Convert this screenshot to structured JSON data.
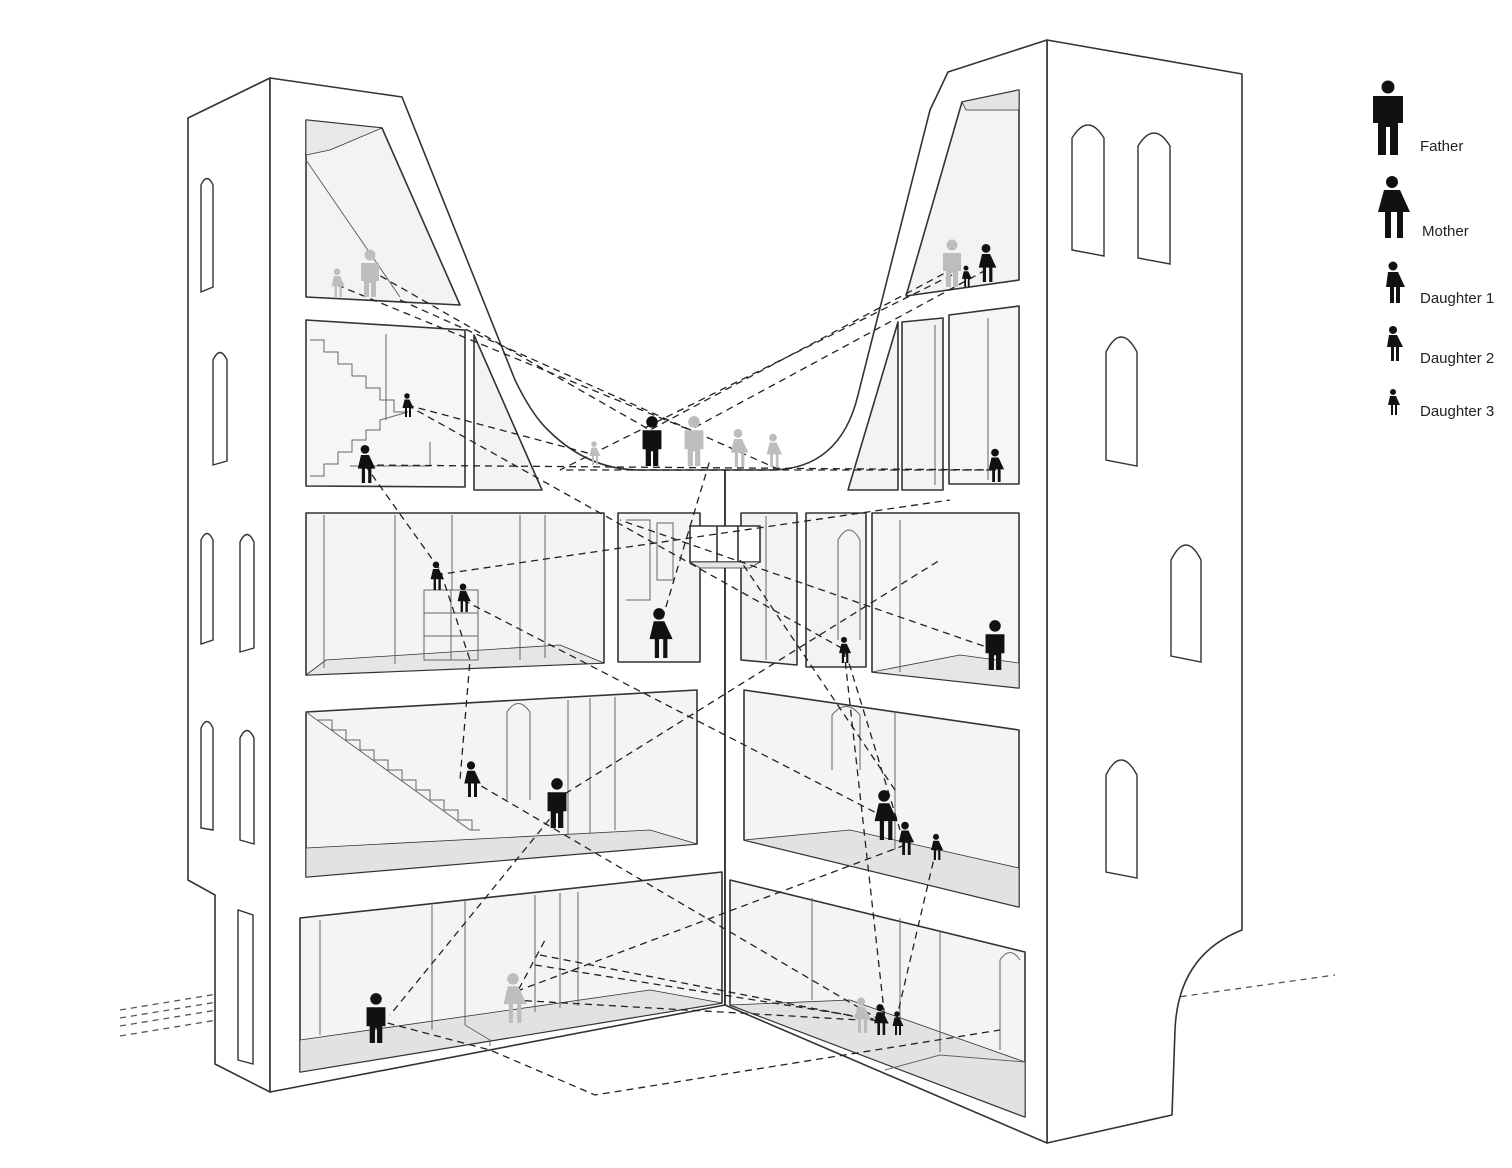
{
  "legend": {
    "items": [
      {
        "id": "father",
        "label": "Father",
        "icon": "father-icon"
      },
      {
        "id": "mother",
        "label": "Mother",
        "icon": "mother-icon"
      },
      {
        "id": "daughter1",
        "label": "Daughter 1",
        "icon": "daughter-1-icon"
      },
      {
        "id": "daughter2",
        "label": "Daughter 2",
        "icon": "daughter-2-icon"
      },
      {
        "id": "daughter3",
        "label": "Daughter 3",
        "icon": "daughter-3-icon"
      }
    ]
  },
  "colors": {
    "outline": "#333333",
    "figure_dark": "#111111",
    "figure_light": "#bdbdbd",
    "room_fill": "#f3f3f3",
    "floor_fill": "#e4e4e4",
    "path_line": "#222222"
  }
}
